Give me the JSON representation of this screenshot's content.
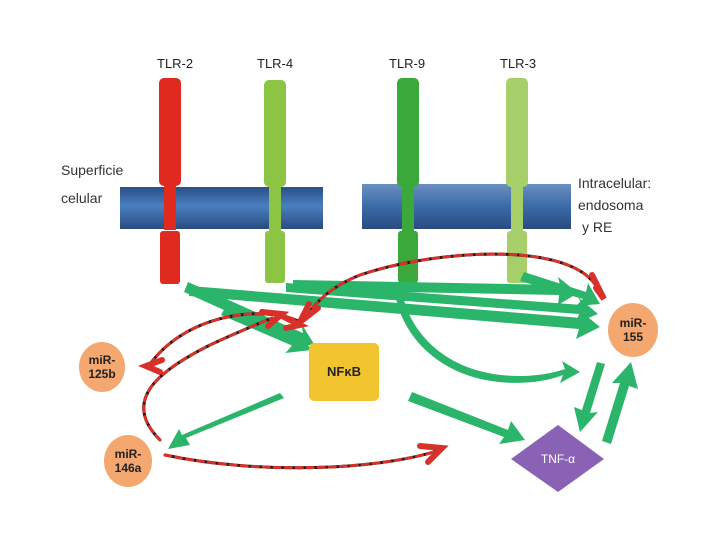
{
  "receptors": [
    {
      "label": "TLR-2",
      "color": "#e12a1f"
    },
    {
      "label": "TLR-4",
      "color": "#8bc543"
    },
    {
      "label": "TLR-9",
      "color": "#3aa83a"
    },
    {
      "label": "TLR-3",
      "color": "#a6cf6a"
    }
  ],
  "labels": {
    "surface_line1": "Superficie",
    "surface_line2": "celular",
    "intra_line1": "Intracelular:",
    "intra_line2": "endosoma",
    "intra_line3": "y RE"
  },
  "nodes": {
    "nfkb": "NFκB",
    "mir155_line1": "miR-",
    "mir155_line2": "155",
    "mir125b_line1": "miR-",
    "mir125b_line2": "125b",
    "mir146a_line1": "miR-",
    "mir146a_line2": "146a",
    "tnf": "TNF-α"
  },
  "colors": {
    "membrane": "#3f6fb2",
    "activation_arrow": "#2bb56a",
    "inhibition_arrow": "#d8312a",
    "mirna": "#f4a76e",
    "nfkb": "#f2c530",
    "tnf": "#8a62b5"
  }
}
